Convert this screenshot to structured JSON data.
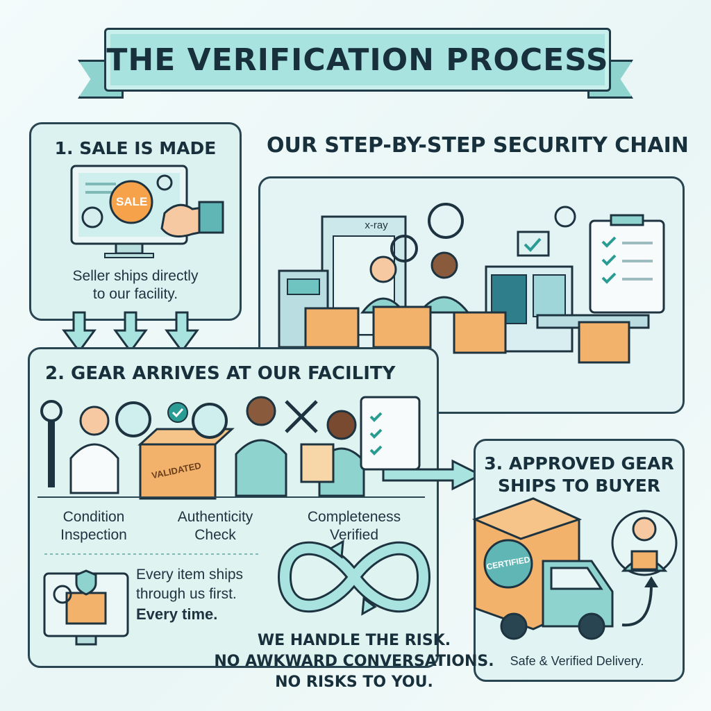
{
  "title": "THE VERIFICATION PROCESS",
  "subtitle": "OUR STEP-BY-STEP SECURITY CHAIN",
  "step1": {
    "heading": "1. SALE IS MADE",
    "sale_badge": "SALE",
    "description_line1": "Seller ships directly",
    "description_line2": "to our facility."
  },
  "facility_scene": {
    "xray_label": "x-ray"
  },
  "step2": {
    "heading": "2. GEAR ARRIVES AT OUR FACILITY",
    "box_stamp": "VALIDATED",
    "checks": [
      {
        "line1": "Condition",
        "line2": "Inspection"
      },
      {
        "line1": "Authenticity",
        "line2": "Check"
      },
      {
        "line1": "Completeness",
        "line2": "Verified"
      }
    ],
    "note_line1": "Every item ships",
    "note_line2": "through us first.",
    "note_line3": "Every time."
  },
  "step3": {
    "heading_line1": "3. APPROVED GEAR",
    "heading_line2": "SHIPS TO BUYER",
    "box_stamp": "CERTIFIED",
    "caption": "Safe & Verified Delivery."
  },
  "bottom_message": {
    "line1": "WE HANDLE THE RISK.",
    "line2": "NO AWKWARD CONVERSATIONS.",
    "line3": "NO RISKS TO YOU."
  },
  "colors": {
    "teal": "#8fd3cf",
    "box": "#f2b26b",
    "orange": "#f5a24a",
    "ink": "#1d3340",
    "panel": "#dcf2f0"
  }
}
